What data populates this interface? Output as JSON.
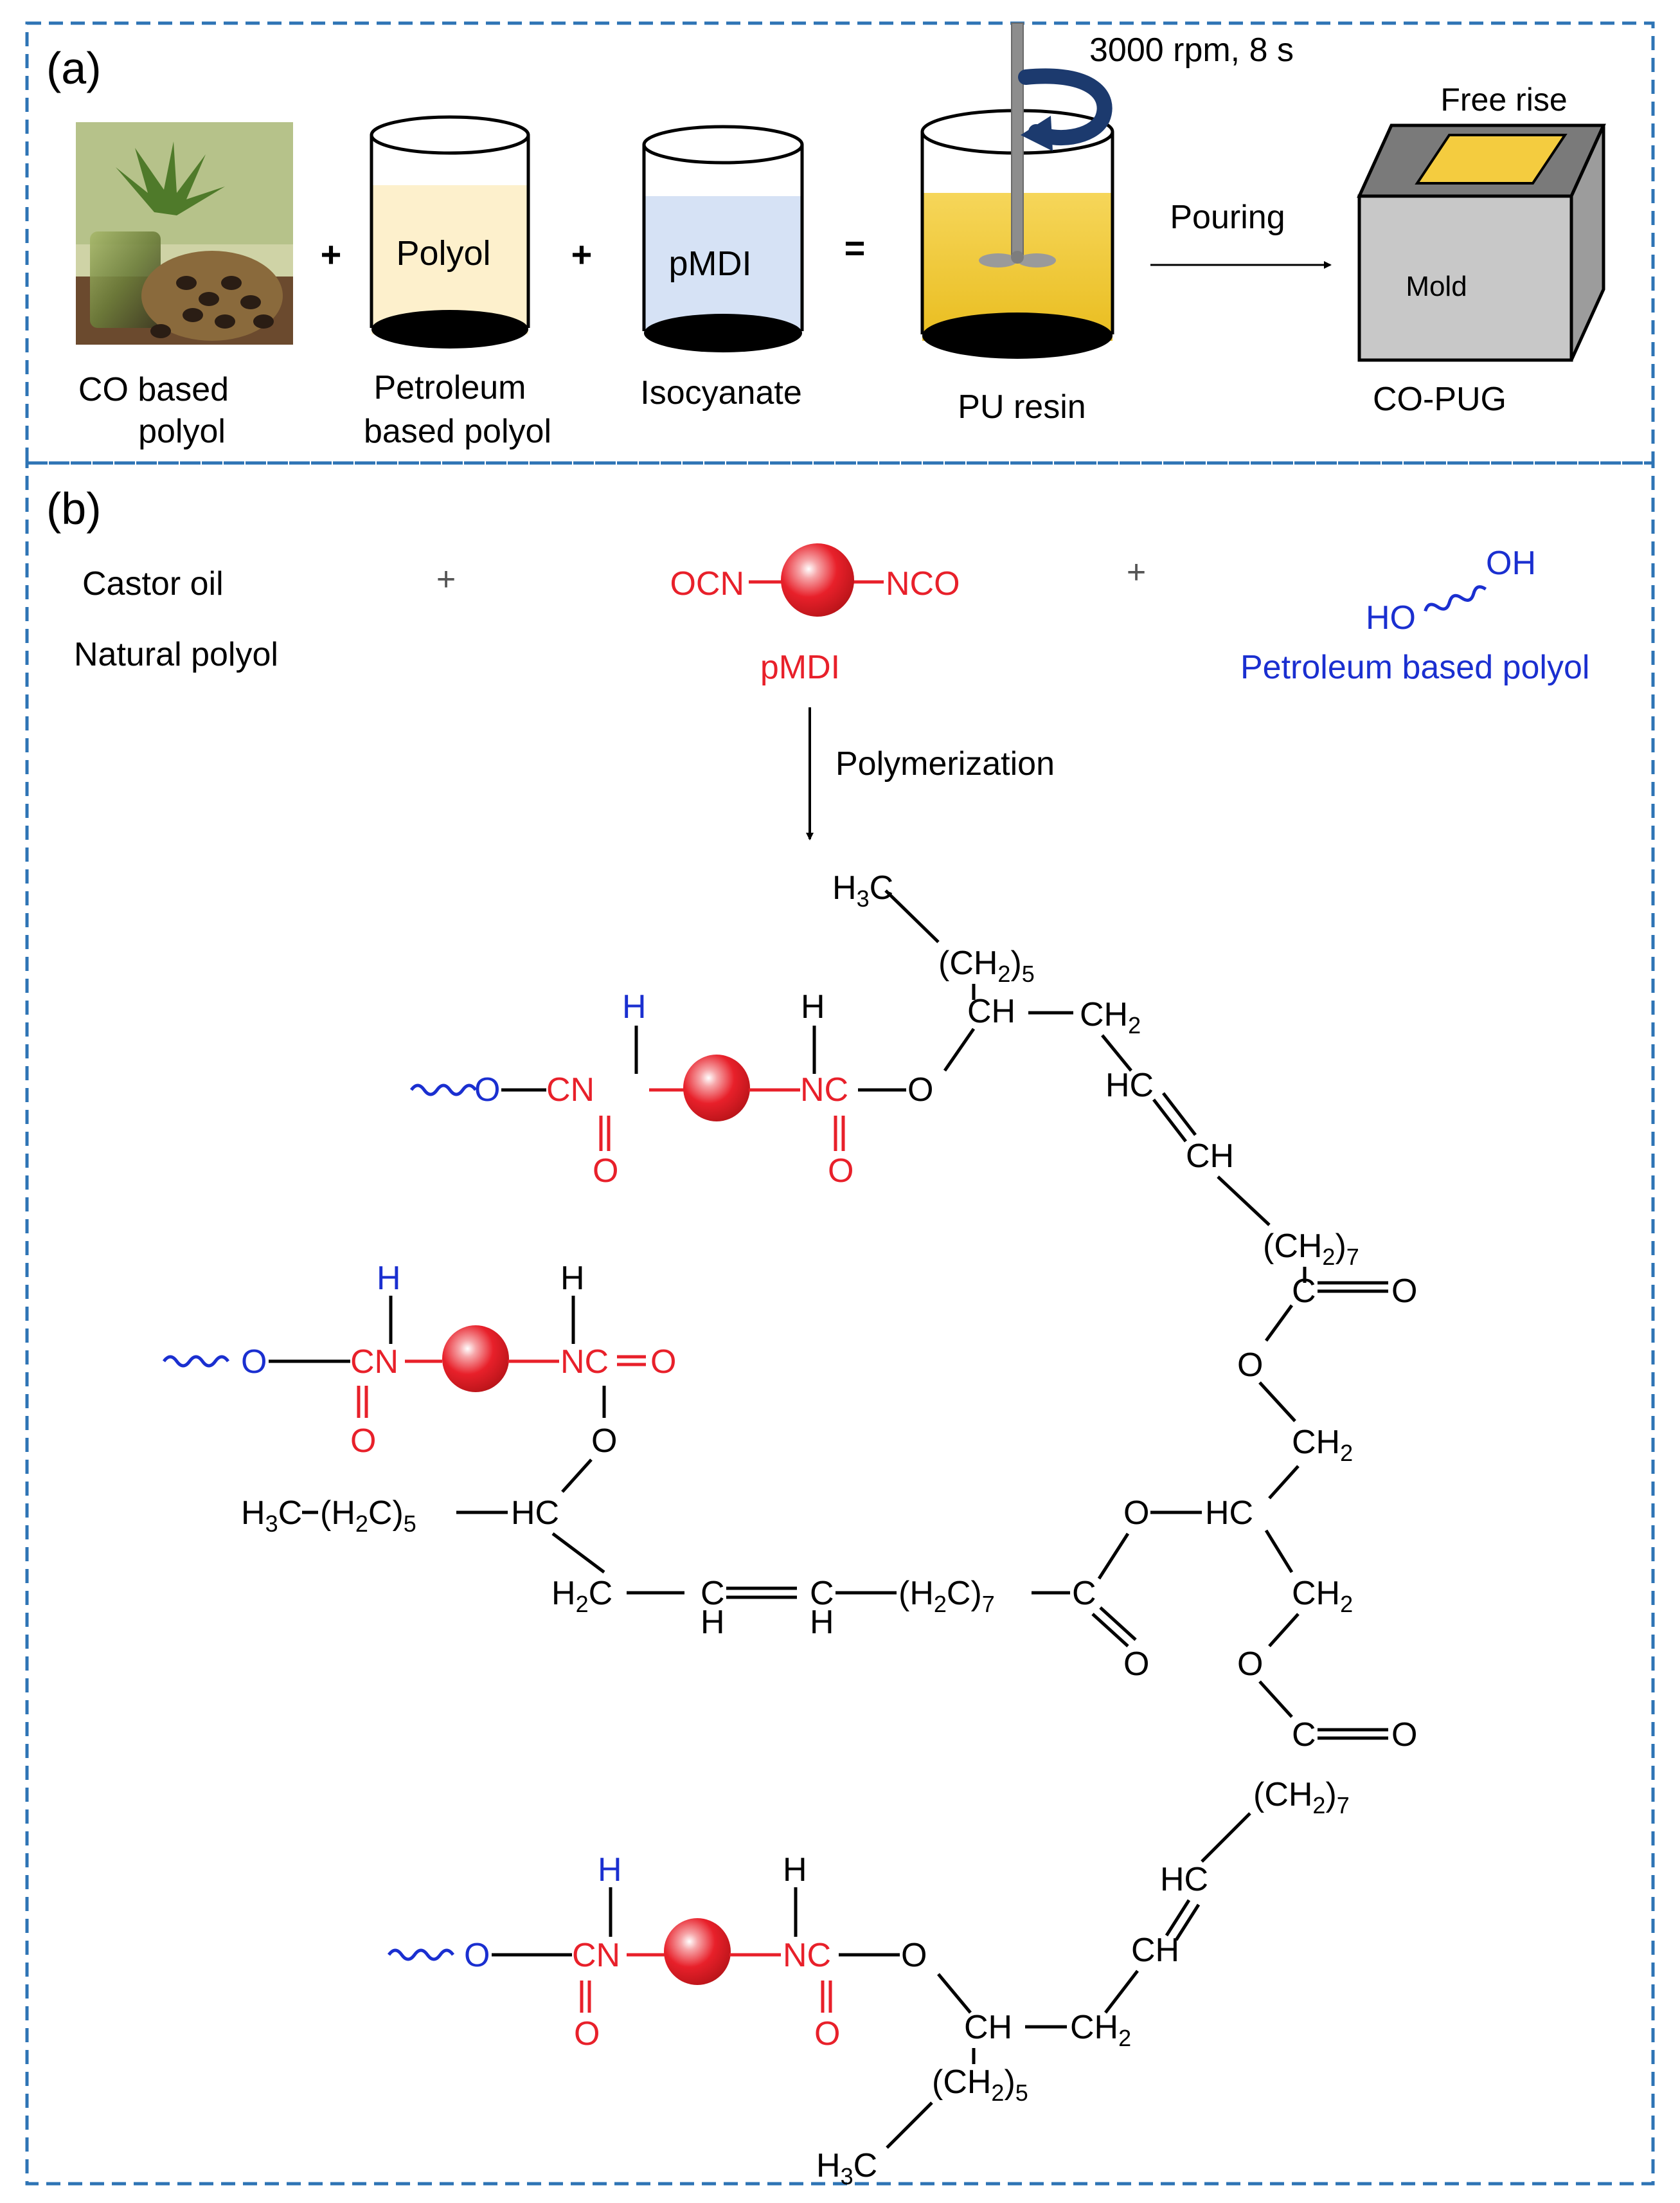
{
  "panel_a": {
    "label": "(a)",
    "plus1": "+",
    "plus2": "+",
    "equals": "=",
    "polyol_text": "Polyol",
    "pmdi_text": "pMDI",
    "captions": {
      "co_line1": "CO based",
      "co_line2": "polyol",
      "pet_line1": "Petroleum",
      "pet_line2": "based polyol",
      "isocyanate": "Isocyanate",
      "pu_resin": "PU resin",
      "co_pug": "CO-PUG"
    },
    "mixing": "3000 rpm, 8 s",
    "pouring": "Pouring",
    "free_rise": "Free rise",
    "mold": "Mold"
  },
  "panel_b": {
    "label": "(b)",
    "castor_oil": "Castor oil",
    "natural_polyol": "Natural polyol",
    "plus1": "+",
    "plus2": "+",
    "ocn": "OCN",
    "nco": "NCO",
    "pmdi": "pMDI",
    "ho": "HO",
    "oh": "OH",
    "petroleum_polyol": "Petroleum based polyol",
    "polymerization": "Polymerization"
  },
  "colors": {
    "frame": "#2e74b5",
    "red": "#e8202a",
    "blue": "#1a2fd0",
    "dark_arrow": "#1c3a6e",
    "resin": "#f2cc3c",
    "polyol_fill": "#fdf0cc",
    "pmdi_fill": "#d6e2f5",
    "mold_front": "#c8c8c8",
    "mold_side": "#9c9c9c"
  }
}
